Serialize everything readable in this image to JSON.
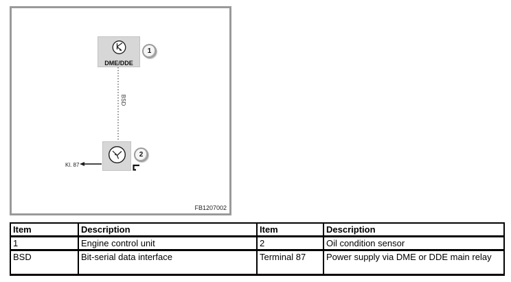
{
  "diagram": {
    "figure_id": "FB1207002",
    "frame_border_color": "#999999",
    "node_fill": "#d7d7d7",
    "ecu": {
      "label": "DME/DDE",
      "badge": "1",
      "icon": "transistor-icon"
    },
    "sensor": {
      "badge": "2",
      "icon": "sensor-icon",
      "terminal_label": "Kl. 87",
      "pin_icon": "pin-icon"
    },
    "bus": {
      "label": "BSD",
      "style": "dotted"
    }
  },
  "legend_table": {
    "headers": [
      "Item",
      "Description",
      "Item",
      "Description"
    ],
    "rows": [
      [
        "1",
        "Engine control unit",
        "2",
        "Oil condition sensor"
      ],
      [
        "BSD",
        "Bit-serial data interface",
        "Terminal 87",
        "Power supply via DME or DDE main relay"
      ]
    ]
  }
}
